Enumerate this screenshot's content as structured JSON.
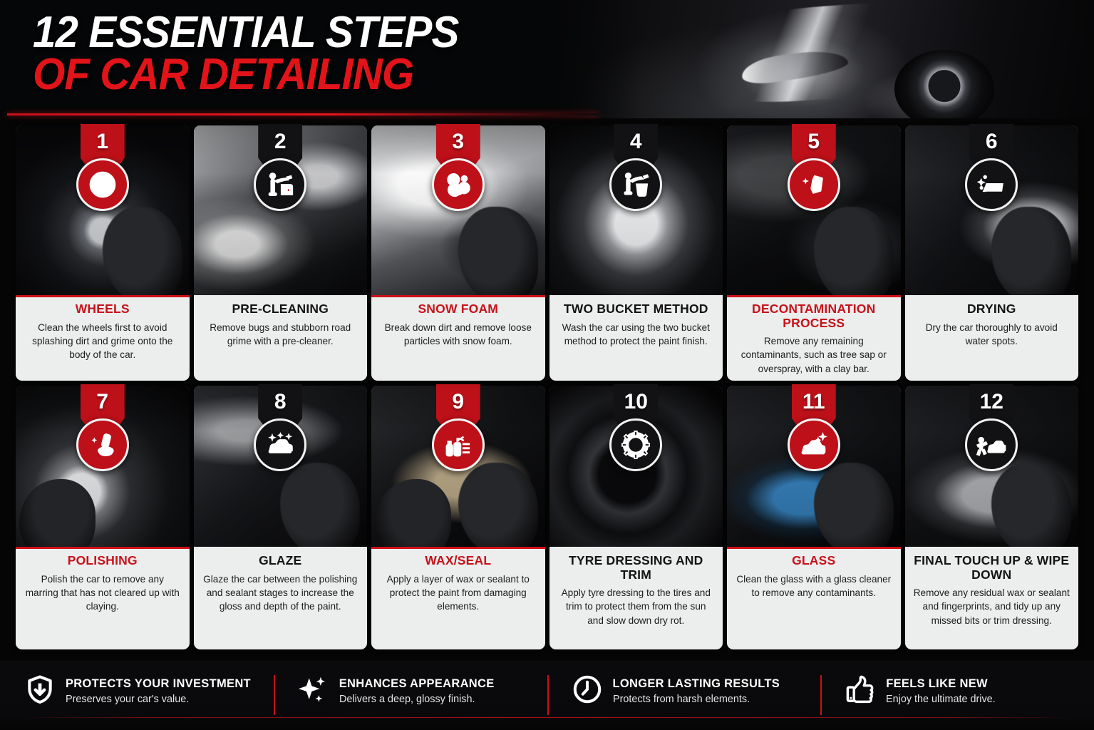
{
  "colors": {
    "accent_red": "#c7121a",
    "badge_red": "#bd1019",
    "badge_black": "#121214",
    "card_bg": "#eceded",
    "page_bg": "#050505"
  },
  "header": {
    "title_line1": "12 ESSENTIAL STEPS",
    "title_line2": "OF CAR DETAILING",
    "hero_image": "black-sports-car-photo"
  },
  "steps": [
    {
      "number": "1",
      "title": "WHEELS",
      "description": "Clean the wheels first to avoid splashing dirt and grime onto the body of the car.",
      "accent": true,
      "icon": "wheel-icon",
      "photo": "car-wheel-being-brushed-photo"
    },
    {
      "number": "2",
      "title": "PRE-CLEANING",
      "description": "Remove bugs and stubborn road grime with a pre-cleaner.",
      "accent": false,
      "icon": "pressure-washer-icon",
      "photo": "foam-covered-car-photo"
    },
    {
      "number": "3",
      "title": "SNOW FOAM",
      "description": "Break down dirt and remove loose particles with snow foam.",
      "accent": true,
      "icon": "foam-bubbles-icon",
      "photo": "snow-foam-on-bonnet-photo"
    },
    {
      "number": "4",
      "title": "TWO BUCKET METHOD",
      "description": "Wash the car using the two bucket method to protect the paint finish.",
      "accent": false,
      "icon": "bucket-wash-icon",
      "photo": "wash-bucket-with-mitt-photo"
    },
    {
      "number": "5",
      "title": "DECONTAMINATION PROCESS",
      "description": "Remove any remaining contaminants, such as tree sap or overspray, with a clay bar.",
      "accent": true,
      "icon": "clay-bar-icon",
      "photo": "gloved-hand-claying-paint-photo"
    },
    {
      "number": "6",
      "title": "DRYING",
      "description": "Dry the car thoroughly to avoid water spots.",
      "accent": false,
      "icon": "drying-towel-icon",
      "photo": "microfibre-towel-drying-photo"
    },
    {
      "number": "7",
      "title": "POLISHING",
      "description": "Polish the car to remove any marring that has not cleared up with claying.",
      "accent": true,
      "icon": "polisher-icon",
      "photo": "dual-action-polisher-photo"
    },
    {
      "number": "8",
      "title": "GLAZE",
      "description": "Glaze the car between the polishing and sealant stages to increase the gloss and depth of the paint.",
      "accent": false,
      "icon": "shiny-car-icon",
      "photo": "glazing-pad-on-bonnet-photo"
    },
    {
      "number": "9",
      "title": "WAX/SEAL",
      "description": "Apply a layer of wax or sealant to protect the paint from damaging elements.",
      "accent": true,
      "icon": "spray-bottles-icon",
      "photo": "wax-applicator-pad-photo"
    },
    {
      "number": "10",
      "title": "TYRE DRESSING AND TRIM",
      "description": "Apply tyre dressing to the tires and trim to protect them from the sun and slow down dry rot.",
      "accent": false,
      "icon": "tyre-icon",
      "photo": "tyre-being-dressed-photo"
    },
    {
      "number": "11",
      "title": "GLASS",
      "description": "Clean the glass with a glass cleaner to remove any contaminants.",
      "accent": true,
      "icon": "car-shine-icon",
      "photo": "blue-cloth-cleaning-window-photo"
    },
    {
      "number": "12",
      "title": "FINAL TOUCH UP & WIPE DOWN",
      "description": "Remove any residual wax or sealant and fingerprints, and tidy up any missed bits or trim dressing.",
      "accent": false,
      "icon": "final-buff-icon",
      "photo": "grey-towel-final-wipe-photo"
    }
  ],
  "footer": {
    "benefits": [
      {
        "icon": "shield-check-icon",
        "title": "PROTECTS YOUR INVESTMENT",
        "subtitle": "Preserves your car's value."
      },
      {
        "icon": "sparkle-icon",
        "title": "ENHANCES APPEARANCE",
        "subtitle": "Delivers a deep, glossy finish."
      },
      {
        "icon": "clock-icon",
        "title": "LONGER LASTING RESULTS",
        "subtitle": "Protects from harsh elements."
      },
      {
        "icon": "thumbs-up-icon",
        "title": "FEELS LIKE NEW",
        "subtitle": "Enjoy the ultimate drive."
      }
    ]
  }
}
